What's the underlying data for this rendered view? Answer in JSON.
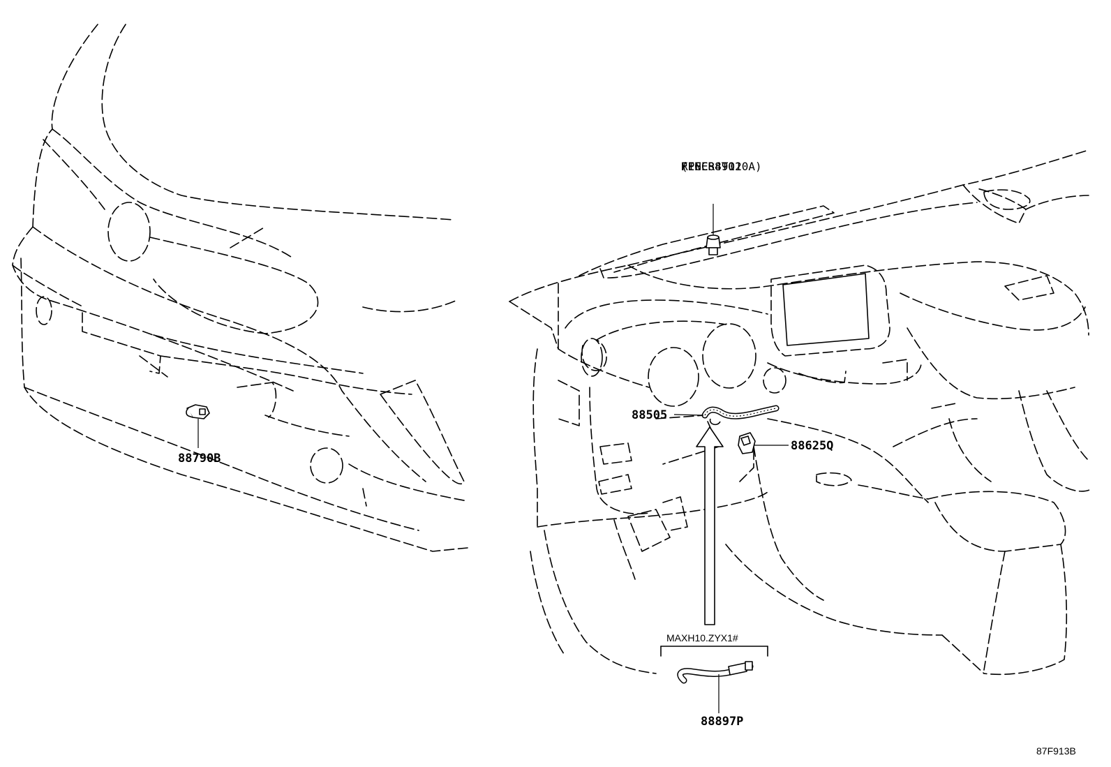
{
  "callouts": {
    "sensor_front": "88790B",
    "wire_harness": "88505",
    "sensor_cabin": "88625Q",
    "wire_variant": "88897P"
  },
  "reference_note": {
    "line1": "REFER TO",
    "line2": "FIG 84-01",
    "line3": "(PNC 89120A)"
  },
  "variant_label": "MAXH10.ZYX1#",
  "figure_id": "87F913B"
}
